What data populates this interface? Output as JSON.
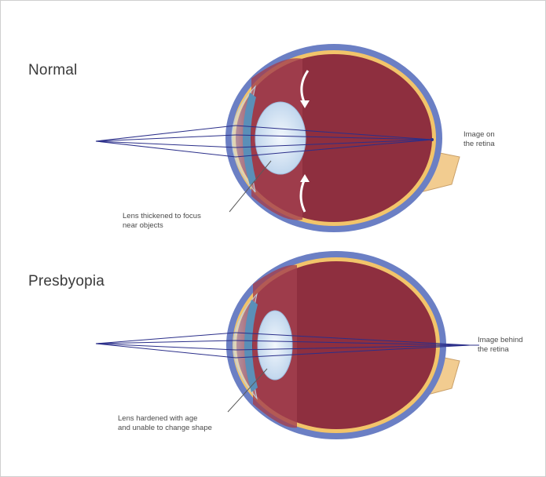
{
  "diagram": {
    "colors": {
      "outer_blue": "#6b7fc4",
      "rim_yellow": "#f2c46a",
      "eye_red": "#8e2f3f",
      "eye_red_dark": "#6e2233",
      "lens_light": "#dbe9f7",
      "cornea_blue": "#5a8fb8",
      "ray_blue": "#2b2f8a",
      "optic_nerve": "#f2cc90"
    },
    "normal": {
      "title": "Normal",
      "lens_label": "Lens thickened to focus\nnear objects",
      "image_label": "Image on\nthe retina"
    },
    "presbyopia": {
      "title": "Presbyopia",
      "lens_label": "Lens hardened with age\nand unable to change shape",
      "image_label": "Image behind\nthe retina"
    }
  }
}
